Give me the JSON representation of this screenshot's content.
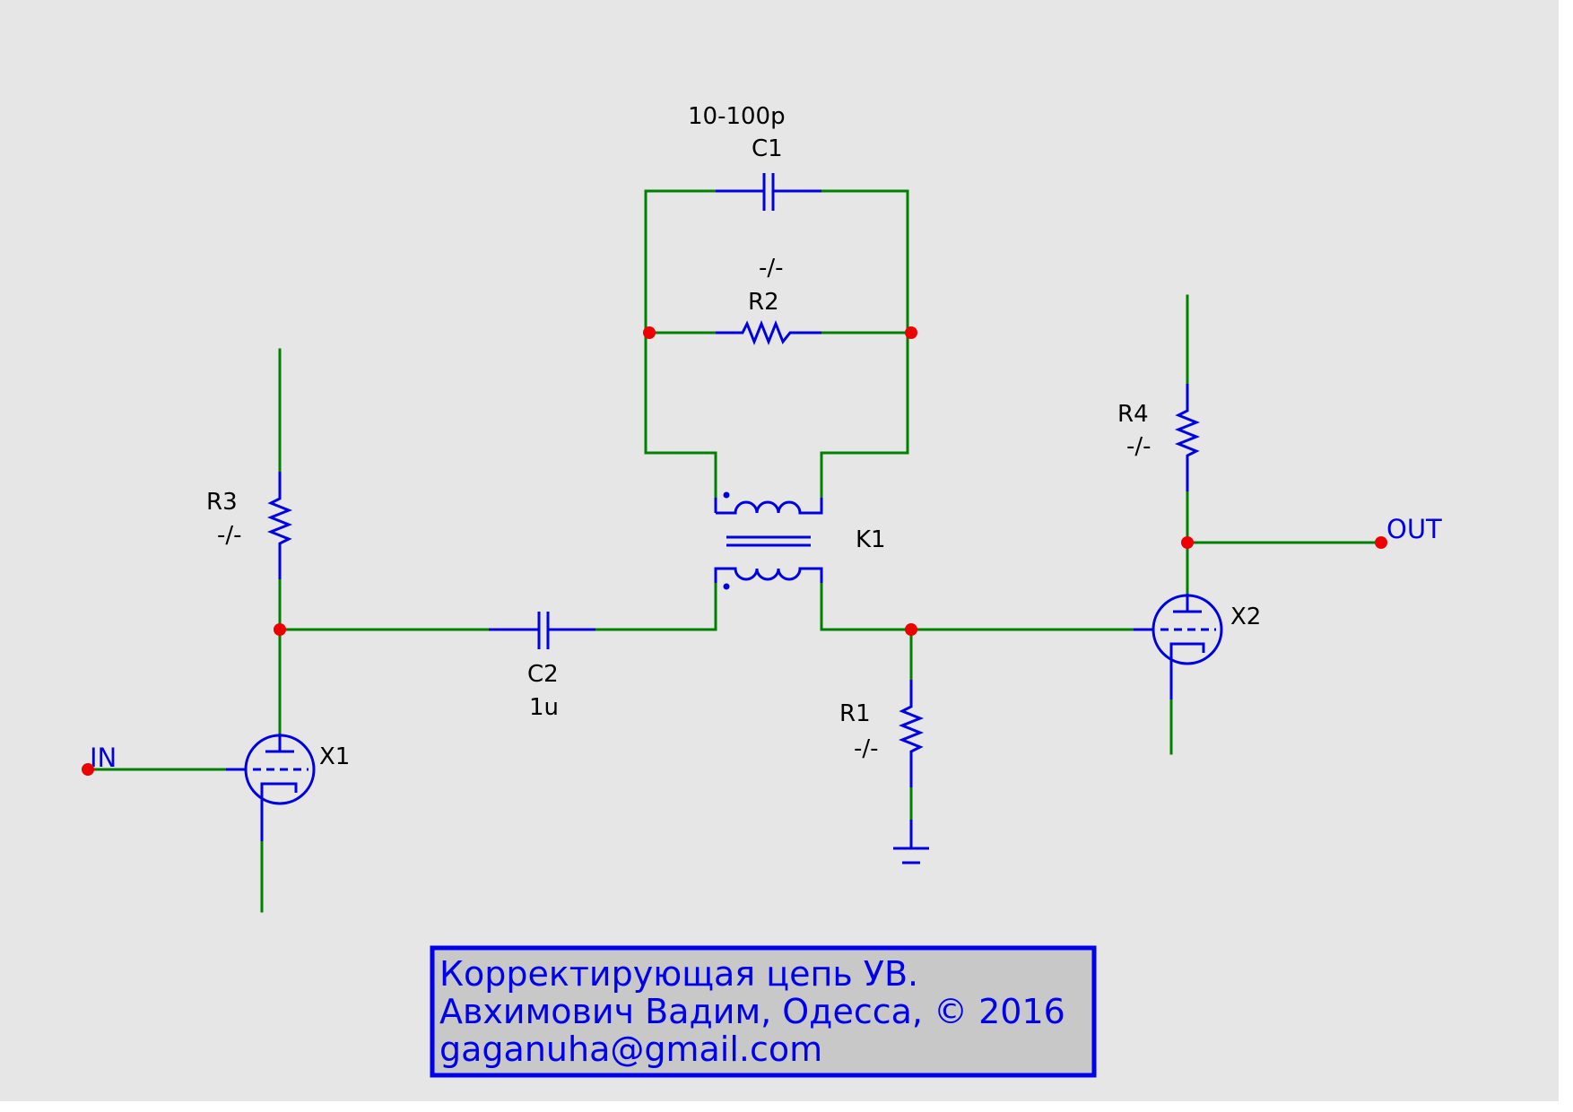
{
  "colors": {
    "canvas": "#e6e6e6",
    "wire": "#008000",
    "component": "#0000e0",
    "junction": "#ee0000",
    "title_box_fill": "#c8c8c8",
    "title_box_border": "#0000ee"
  },
  "components": {
    "C1": {
      "ref": "C1",
      "value": "10-100p"
    },
    "R2": {
      "ref": "R2",
      "value": "-/-"
    },
    "K1": {
      "ref": "K1"
    },
    "R3": {
      "ref": "R3",
      "value": "-/-"
    },
    "R4": {
      "ref": "R4",
      "value": "-/-"
    },
    "C2": {
      "ref": "C2",
      "value": "1u"
    },
    "R1": {
      "ref": "R1",
      "value": "-/-"
    },
    "X1": {
      "ref": "X1"
    },
    "X2": {
      "ref": "X2"
    }
  },
  "ports": {
    "in": "IN",
    "out": "OUT"
  },
  "title_block": {
    "line1": "Корректирующая цепь УВ.",
    "line2": "Авхимович Вадим, Одесса, © 2016",
    "line3": "gaganuha@gmail.com"
  }
}
